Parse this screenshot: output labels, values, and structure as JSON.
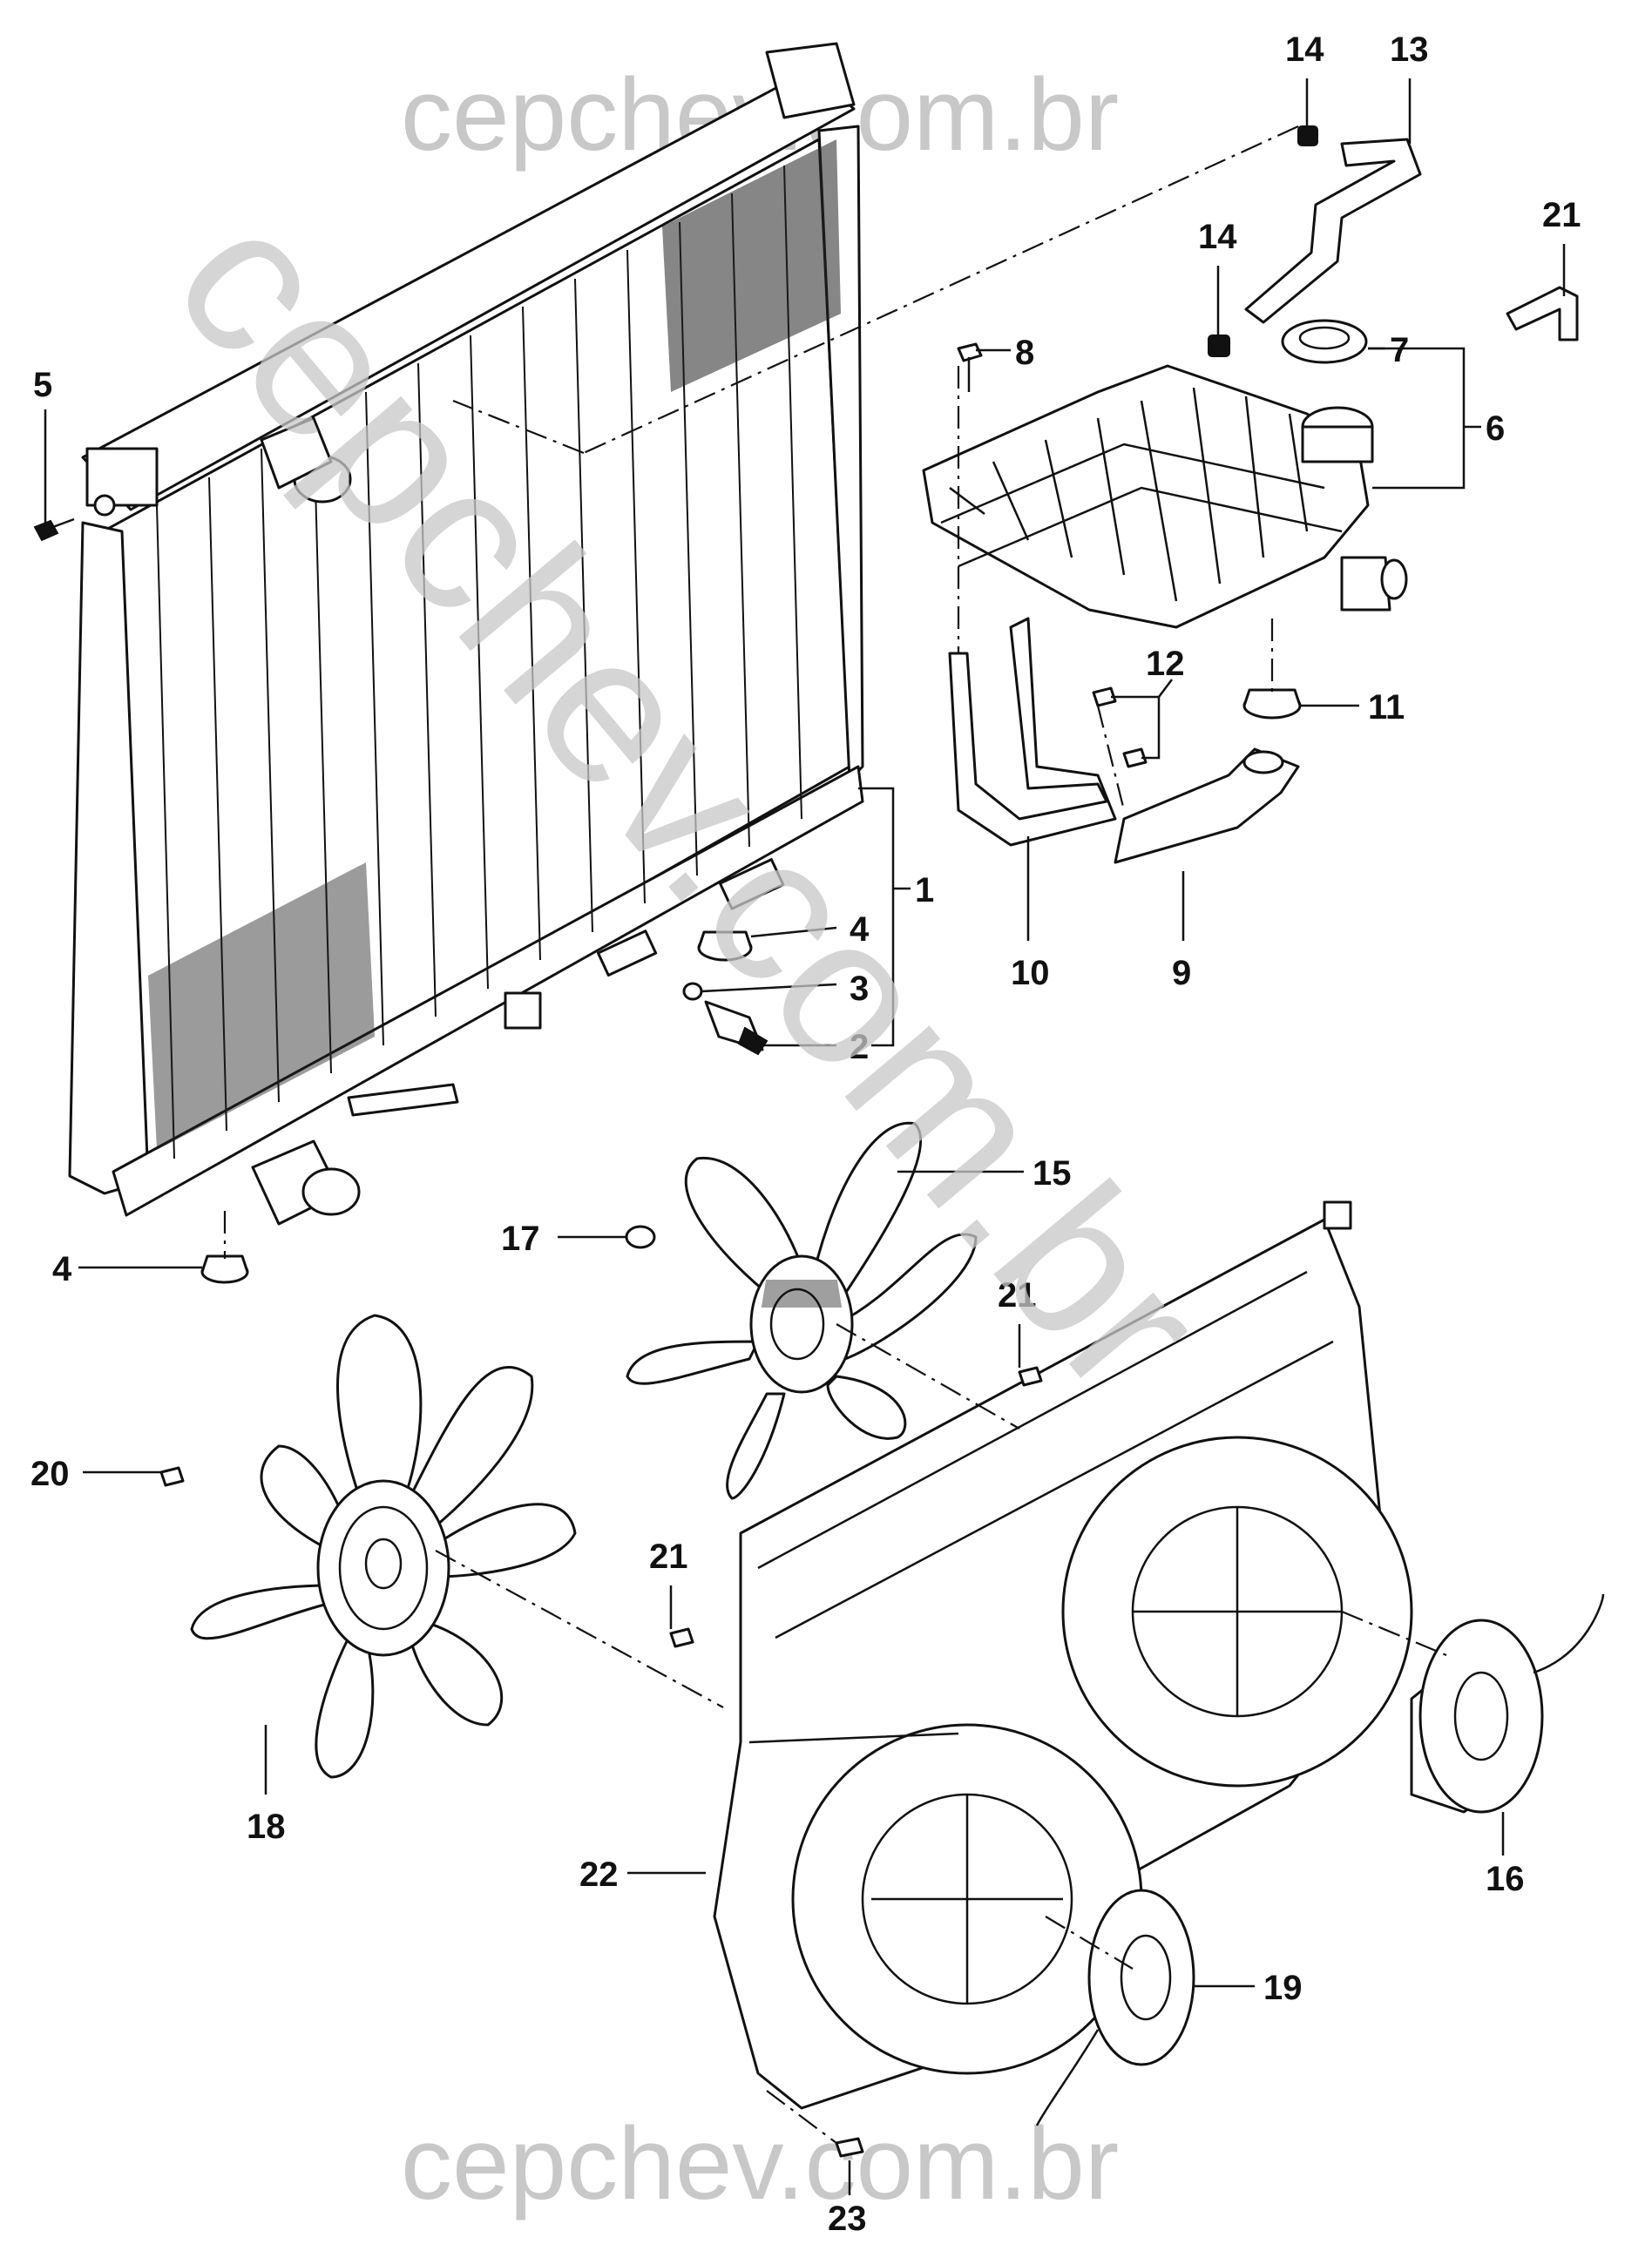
{
  "watermarks": {
    "top": "cepchev.com.br",
    "diagonal": "cepchev.com.br",
    "bottom": "cepchev.com.br"
  },
  "callouts": {
    "c1": "1",
    "c2": "2",
    "c3": "3",
    "c4a": "4",
    "c4b": "4",
    "c5": "5",
    "c6": "6",
    "c7": "7",
    "c8": "8",
    "c9": "9",
    "c10": "10",
    "c11": "11",
    "c12": "12",
    "c13": "13",
    "c14a": "14",
    "c14b": "14",
    "c15": "15",
    "c16": "16",
    "c17": "17",
    "c18": "18",
    "c19": "19",
    "c20": "20",
    "c21a": "21",
    "c21b": "21",
    "c21c": "21",
    "c22": "22",
    "c23": "23"
  }
}
